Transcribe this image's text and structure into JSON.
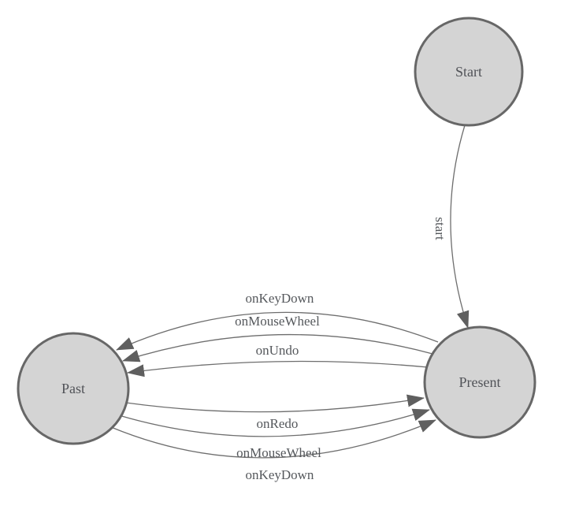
{
  "diagram": {
    "type": "state-machine",
    "nodes": [
      {
        "id": "start",
        "label": "Start"
      },
      {
        "id": "past",
        "label": "Past"
      },
      {
        "id": "present",
        "label": "Present"
      }
    ],
    "edges": [
      {
        "from": "start",
        "to": "present",
        "label": "start"
      },
      {
        "from": "present",
        "to": "past",
        "label": "onKeyDown"
      },
      {
        "from": "present",
        "to": "past",
        "label": "onMouseWheel"
      },
      {
        "from": "present",
        "to": "past",
        "label": "onUndo"
      },
      {
        "from": "past",
        "to": "present",
        "label": "onRedo"
      },
      {
        "from": "past",
        "to": "present",
        "label": "onMouseWheel"
      },
      {
        "from": "past",
        "to": "present",
        "label": "onKeyDown"
      }
    ],
    "colors": {
      "node_fill": "#d4d4d4",
      "node_stroke": "#676767",
      "edge_stroke": "#6e6e6e",
      "arrow_fill": "#5f5f5f",
      "label_text": "#55585c"
    }
  }
}
